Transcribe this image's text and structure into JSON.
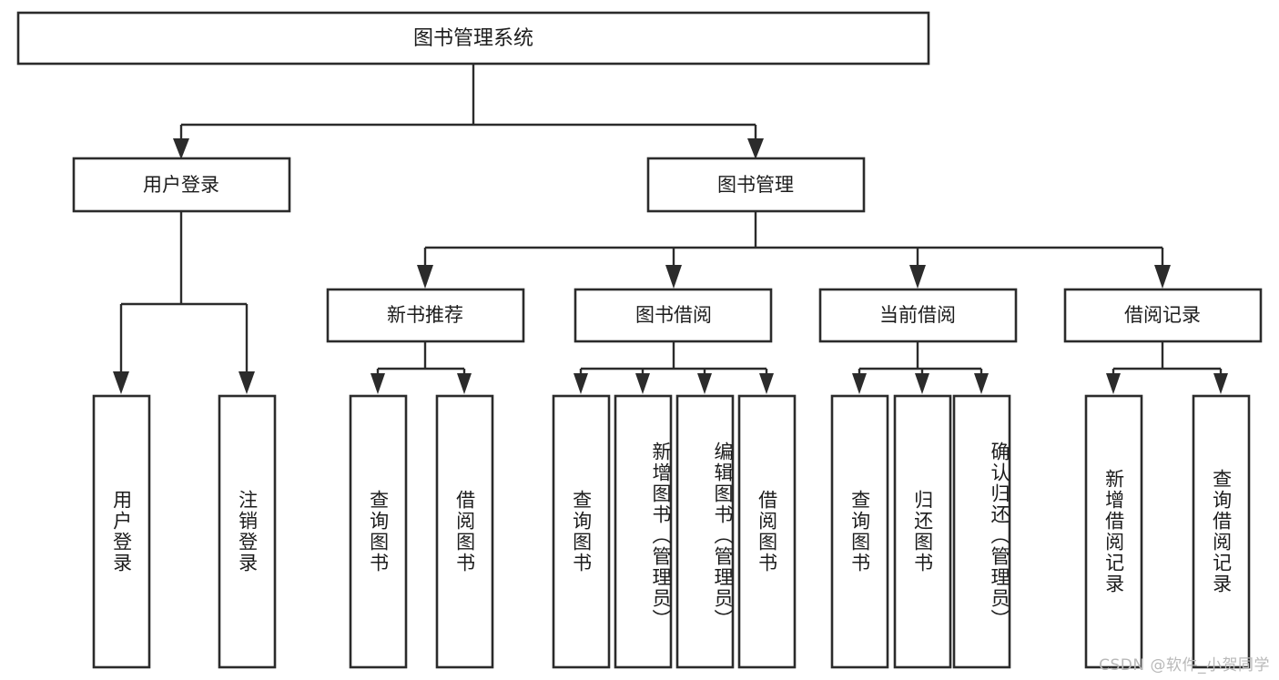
{
  "diagram": {
    "type": "tree-hierarchy",
    "title": "图书管理系统",
    "root": {
      "id": "root",
      "label": "图书管理系统",
      "orientation": "horizontal"
    },
    "level1": [
      {
        "id": "user-login",
        "label": "用户登录",
        "orientation": "horizontal"
      },
      {
        "id": "book-management",
        "label": "图书管理",
        "orientation": "horizontal"
      }
    ],
    "level2": [
      {
        "id": "new-book-recommend",
        "label": "新书推荐",
        "orientation": "horizontal",
        "parent": "book-management"
      },
      {
        "id": "book-borrow",
        "label": "图书借阅",
        "orientation": "horizontal",
        "parent": "book-management"
      },
      {
        "id": "current-borrow",
        "label": "当前借阅",
        "orientation": "horizontal",
        "parent": "book-management"
      },
      {
        "id": "borrow-record",
        "label": "借阅记录",
        "orientation": "horizontal",
        "parent": "book-management"
      }
    ],
    "leaves": [
      {
        "id": "leaf-user-login",
        "label": "用户登录",
        "orientation": "vertical",
        "parent": "user-login"
      },
      {
        "id": "leaf-user-logout",
        "label": "注销登录",
        "orientation": "vertical",
        "parent": "user-login"
      },
      {
        "id": "leaf-query-book-1",
        "label": "查询图书",
        "orientation": "vertical",
        "parent": "new-book-recommend"
      },
      {
        "id": "leaf-borrow-book-1",
        "label": "借阅图书",
        "orientation": "vertical",
        "parent": "new-book-recommend"
      },
      {
        "id": "leaf-query-book-2",
        "label": "查询图书",
        "orientation": "vertical",
        "parent": "book-borrow"
      },
      {
        "id": "leaf-add-book",
        "label": "新增图书（管理员）",
        "orientation": "vertical",
        "parent": "book-borrow"
      },
      {
        "id": "leaf-edit-book",
        "label": "编辑图书（管理员）",
        "orientation": "vertical",
        "parent": "book-borrow"
      },
      {
        "id": "leaf-borrow-book-2",
        "label": "借阅图书",
        "orientation": "vertical",
        "parent": "book-borrow"
      },
      {
        "id": "leaf-query-book-3",
        "label": "查询图书",
        "orientation": "vertical",
        "parent": "current-borrow"
      },
      {
        "id": "leaf-return-book",
        "label": "归还图书",
        "orientation": "vertical",
        "parent": "current-borrow"
      },
      {
        "id": "leaf-confirm-return",
        "label": "确认归还（管理员）",
        "orientation": "vertical",
        "parent": "current-borrow"
      },
      {
        "id": "leaf-add-record",
        "label": "新增借阅记录",
        "orientation": "vertical",
        "parent": "borrow-record"
      },
      {
        "id": "leaf-query-record",
        "label": "查询借阅记录",
        "orientation": "vertical",
        "parent": "borrow-record"
      }
    ],
    "colors": {
      "stroke": "#2b2b2b",
      "fill": "#ffffff",
      "text": "#1c1c1c",
      "watermark": "#b9b9b9",
      "background": "#ffffff"
    }
  },
  "watermark": {
    "text": "CSDN @软件_小贺同学"
  }
}
